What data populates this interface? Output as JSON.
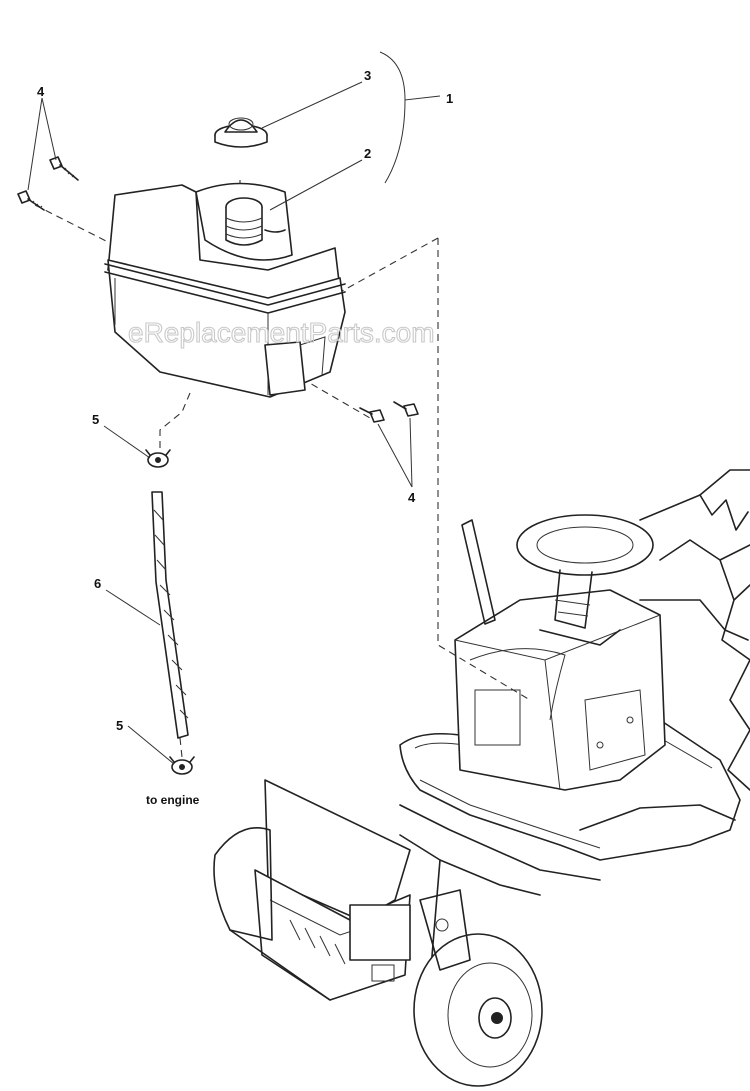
{
  "watermark": "eReplacementParts.com",
  "callouts": {
    "assembly": "1",
    "fuel_neck": "2",
    "cap": "3",
    "screws_top": "4",
    "screws_bottom": "4",
    "clamp_top": "5",
    "clamp_bottom": "5",
    "hose": "6"
  },
  "note": "to engine"
}
